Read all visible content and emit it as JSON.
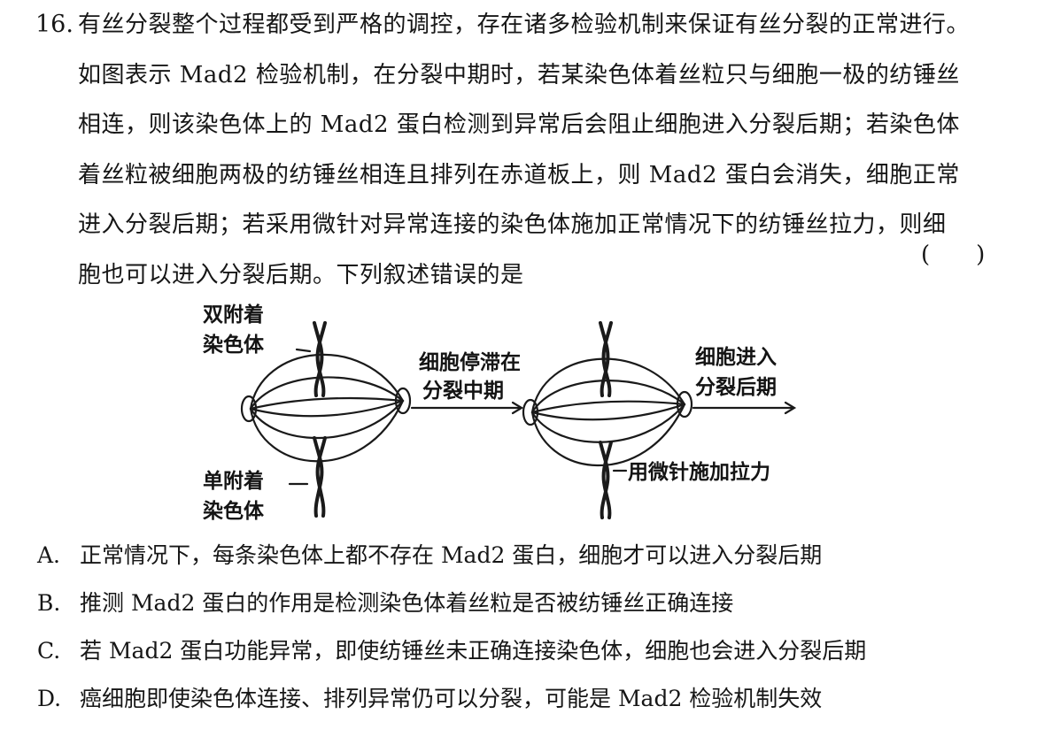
{
  "question": {
    "number": "16.",
    "stem_lines": [
      "有丝分裂整个过程都受到严格的调控，存在诸多检验机制来保证有丝分裂的正常进行。",
      "如图表示 Mad2 检验机制，在分裂中期时，若某染色体着丝粒只与细胞一极的纺锤丝",
      "相连，则该染色体上的 Mad2 蛋白检测到异常后会阻止细胞进入分裂后期；若染色体",
      "着丝粒被细胞两极的纺锤丝相连且排列在赤道板上，则 Mad2 蛋白会消失，细胞正常",
      "进入分裂后期；若采用微针对异常连接的染色体施加正常情况下的纺锤丝拉力，则细",
      "胞也可以进入分裂后期。下列叙述错误的是"
    ],
    "answer_bracket": "(　　)"
  },
  "diagram": {
    "labels": {
      "double_line1": "双附着",
      "double_line2": "染色体",
      "single_line1": "单附着",
      "single_line2": "染色体",
      "arrest_line1": "细胞停滞在",
      "arrest_line2": "分裂中期",
      "enter_line1": "细胞进入",
      "enter_line2": "分裂后期",
      "needle": "用微针施加拉力"
    }
  },
  "options": [
    {
      "letter": "A.",
      "text": "正常情况下，每条染色体上都不存在 Mad2 蛋白，细胞才可以进入分裂后期"
    },
    {
      "letter": "B.",
      "text": "推测 Mad2 蛋白的作用是检测染色体着丝粒是否被纺锤丝正确连接"
    },
    {
      "letter": "C.",
      "text": "若 Mad2 蛋白功能异常，即使纺锤丝未正确连接染色体，细胞也会进入分裂后期"
    },
    {
      "letter": "D.",
      "text": "癌细胞即使染色体连接、排列异常仍可以分裂，可能是 Mad2 检验机制失效"
    }
  ]
}
